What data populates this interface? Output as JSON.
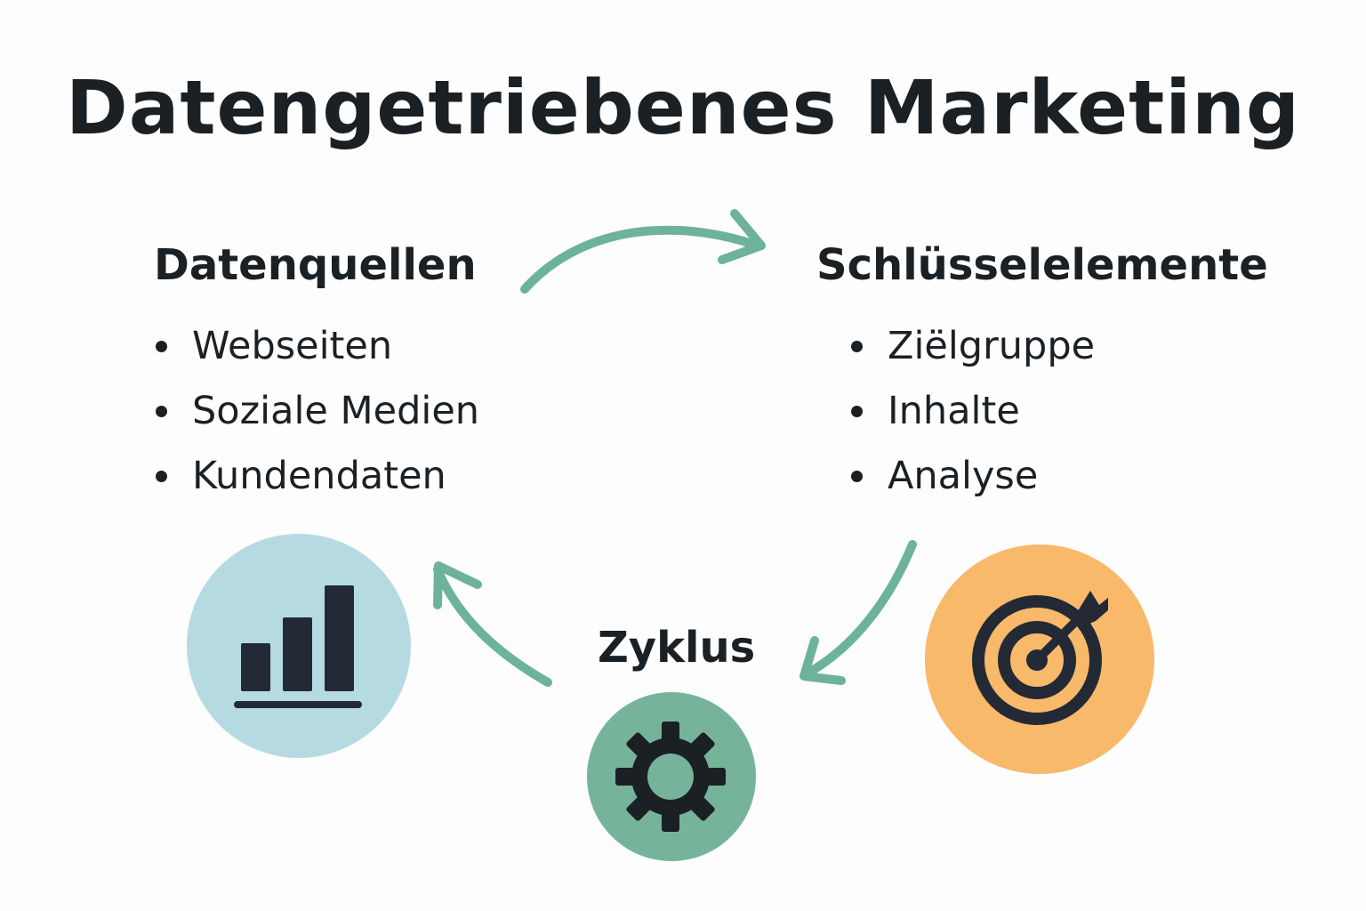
{
  "title": "Datengetriebenes Marketing",
  "sources": {
    "heading": "Datenquellen",
    "items": [
      "Webseiten",
      "Soziale Medien",
      "Kundendaten"
    ]
  },
  "key_elements": {
    "heading": "Schlüsselelemente",
    "items": [
      "Ziëlgruppe",
      "Inhalte",
      "Analyse"
    ]
  },
  "cycle": {
    "label": "Zyklus"
  },
  "icons": {
    "sources": "bar-chart-icon",
    "key_elements": "target-icon",
    "cycle": "gear-icon"
  },
  "colors": {
    "arrow": "#6db39b",
    "chart_circle": "#b6dae2",
    "target_circle": "#f8b96a",
    "gear_circle": "#75b49b",
    "icon_dark": "#232a36"
  }
}
